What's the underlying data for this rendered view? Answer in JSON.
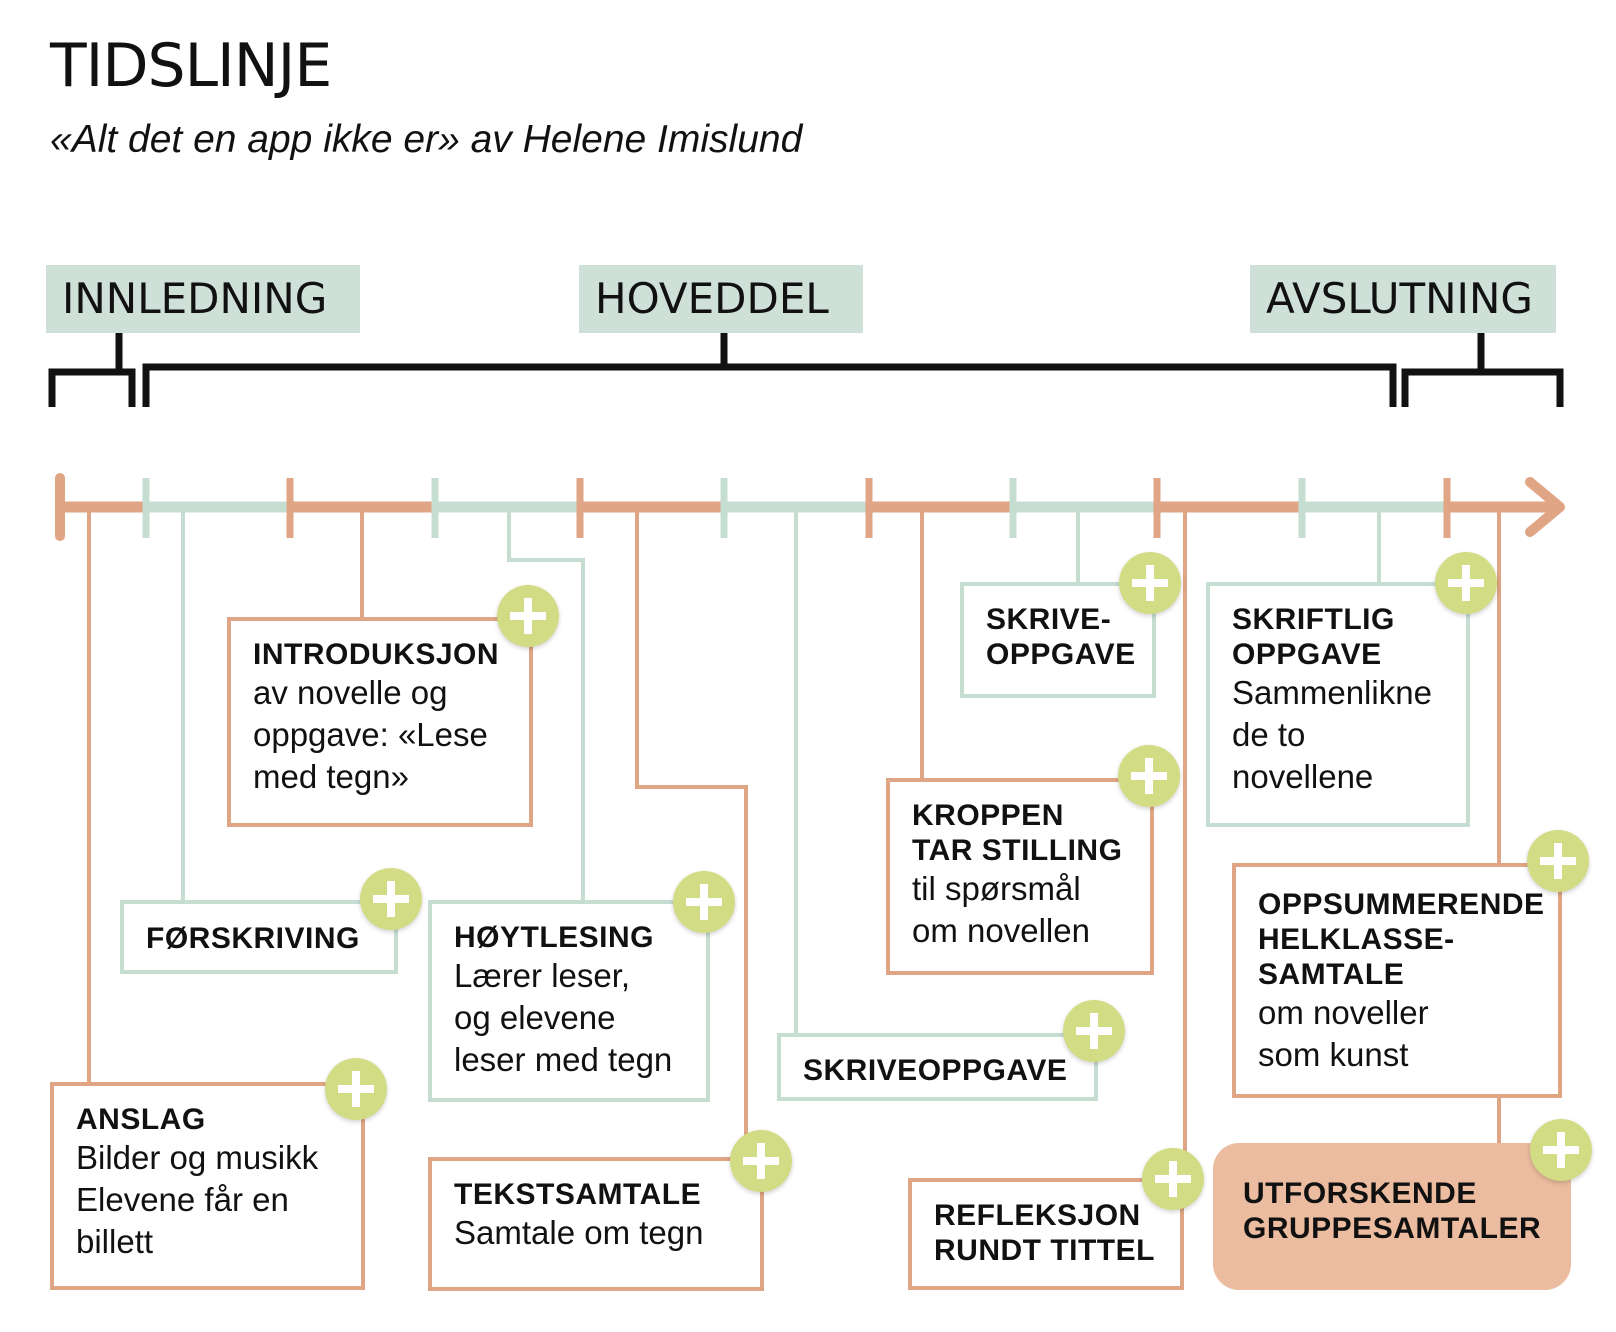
{
  "title": "TIDSLINJE",
  "subtitle": "«Alt det en app ikke er» av Helene Imislund",
  "phases": {
    "intro": "INNLEDNING",
    "main": "HOVEDDEL",
    "end": "AVSLUTNING"
  },
  "colors": {
    "orange": "#e0a584",
    "green": "#c6ddd2",
    "phase_bg": "#cfe0d8",
    "plus": "#d2dc84",
    "highlight": "#ebbc9f"
  },
  "icons": {
    "expand": "plus-icon",
    "timeline_end": "arrow-right-icon"
  },
  "items": {
    "anslag": {
      "heading": "ANSLAG",
      "text": [
        "Bilder og musikk",
        "Elevene får en",
        "billett"
      ]
    },
    "forskriving": {
      "heading": "FØRSKRIVING"
    },
    "introduksjon": {
      "heading": "INTRODUKSJON",
      "text": [
        "av novelle og",
        "oppgave: «Lese",
        "med tegn»"
      ]
    },
    "hoytlesing": {
      "heading": "HØYTLESING",
      "text": [
        "Lærer leser,",
        "og elevene",
        "leser med tegn"
      ]
    },
    "tekstsamtale": {
      "heading": "TEKSTSAMTALE",
      "text": [
        "Samtale om tegn"
      ]
    },
    "skriveoppgave1": {
      "heading": "SKRIVEOPPGAVE"
    },
    "kroppen": {
      "heading": [
        "KROPPEN",
        "TAR STILLING"
      ],
      "text": [
        "til spørsmål",
        "om novellen"
      ]
    },
    "skriveoppgave2": {
      "heading": [
        "SKRIVE-",
        "OPPGAVE"
      ]
    },
    "refleksjon": {
      "heading": [
        "REFLEKSJON",
        "RUNDT TITTEL"
      ]
    },
    "skriftlig": {
      "heading": [
        "SKRIFTLIG",
        "OPPGAVE"
      ],
      "text": [
        "Sammenlikne",
        "de to",
        "novellene"
      ]
    },
    "oppsummerende": {
      "heading": [
        "OPPSUMMERENDE",
        "HELKLASSE-",
        "SAMTALE"
      ],
      "text": [
        "om noveller",
        "som kunst"
      ]
    },
    "utforskende": {
      "heading": [
        "UTFORSKENDE",
        "GRUPPESAMTALER"
      ]
    }
  }
}
